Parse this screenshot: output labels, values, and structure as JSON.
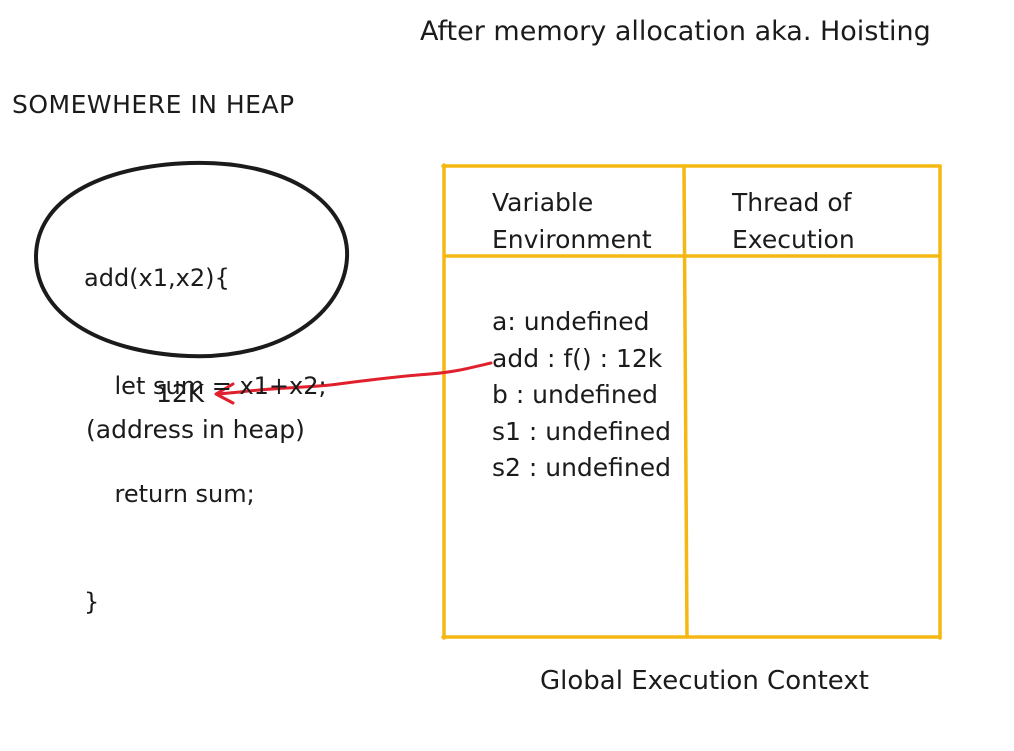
{
  "title": "After memory allocation aka. Hoisting",
  "heap": {
    "label": "SOMEWHERE IN HEAP",
    "code_lines": [
      "add(x1,x2){",
      "    let sum = x1+x2;",
      "    return sum;",
      "}"
    ],
    "address": "12K",
    "address_note": "(address in heap)"
  },
  "context": {
    "headers": {
      "variable_environment": [
        "Variable",
        "Environment"
      ],
      "thread_of_execution": [
        "Thread of",
        "Execution"
      ]
    },
    "variables": [
      "a: undefined",
      "add : f() : 12k",
      "b : undefined",
      "s1 : undefined",
      "s2 : undefined"
    ],
    "label": "Global Execution Context"
  },
  "colors": {
    "table_border": "#f5b812",
    "arrow": "#e0202c",
    "ink": "#1b1b1b"
  }
}
